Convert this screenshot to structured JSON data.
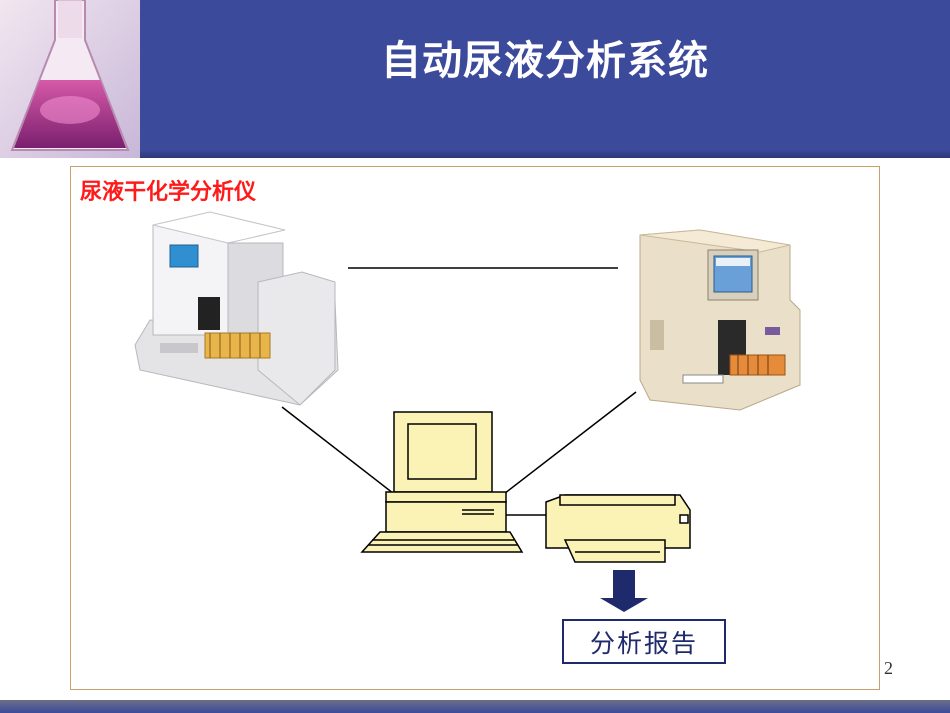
{
  "slide": {
    "title": "自动尿液分析系统",
    "subtitle": "尿液干化学分析仪",
    "report_label": "分析报告",
    "page_number": "2"
  },
  "colors": {
    "header": "#3c4a9c",
    "subtitle": "#ff1a1a",
    "frame_border": "#c9a06a",
    "device_fill": "#fbf3b5",
    "arrow": "#1e2a6c"
  },
  "icons": {
    "header_image": "flask-photo",
    "left_device": "urine-analyzer-photo",
    "right_device": "urine-sediment-analyzer-photo",
    "computer": "computer-icon",
    "printer": "printer-icon",
    "arrow": "down-arrow-icon"
  }
}
